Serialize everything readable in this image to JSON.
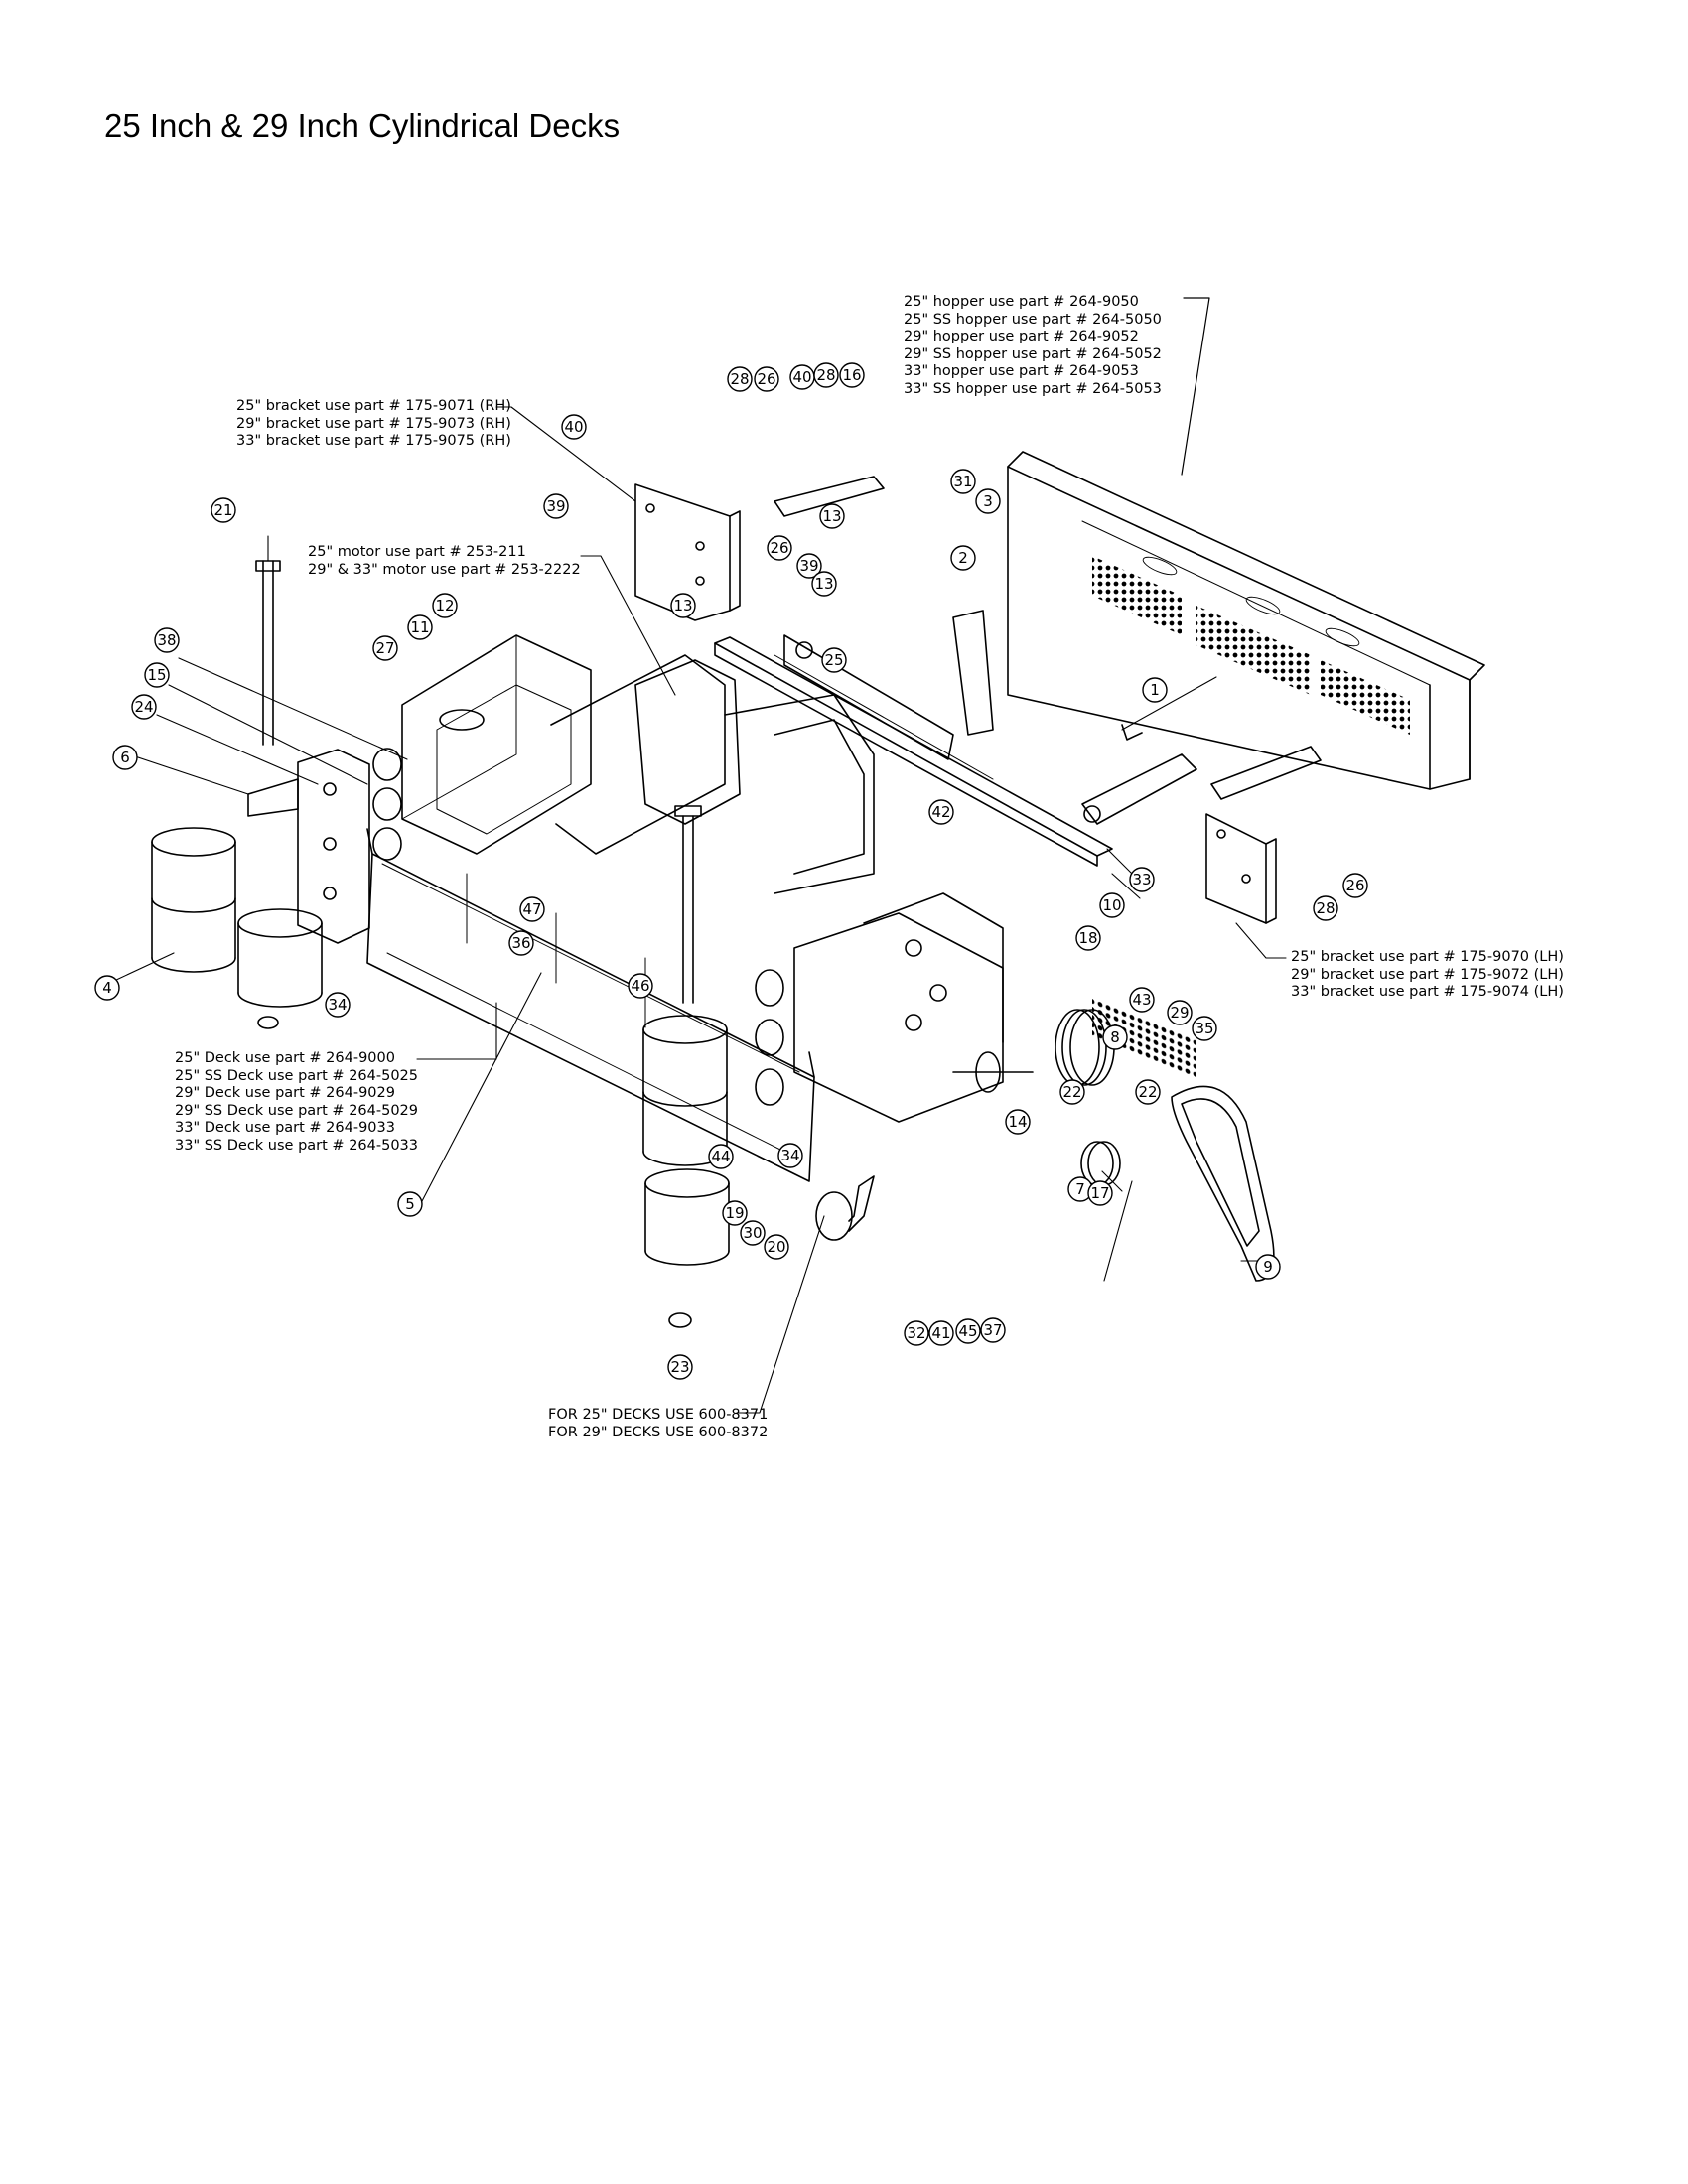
{
  "title": "25 Inch & 29 Inch Cylindrical Decks",
  "notes": {
    "hopper": [
      "25\" hopper use part # 264-9050",
      "25\" SS hopper use part # 264-5050",
      "29\" hopper use part # 264-9052",
      "29\" SS hopper use part # 264-5052",
      "33\" hopper use part # 264-9053",
      "33\" SS hopper use part # 264-5053"
    ],
    "bracket_rh": [
      "25\" bracket use part # 175-9071 (RH)",
      "29\" bracket use part # 175-9073 (RH)",
      "33\" bracket use part # 175-9075 (RH)"
    ],
    "motor": [
      "25\" motor use part # 253-211",
      "29\" & 33\" motor use part # 253-2222"
    ],
    "bracket_lh": [
      "25\" bracket use part # 175-9070 (LH)",
      "29\" bracket use part # 175-9072 (LH)",
      "33\" bracket use part # 175-9074 (LH)"
    ],
    "deck": [
      "25\" Deck use part # 264-9000",
      "25\" SS Deck use part # 264-5025",
      "29\" Deck use part # 264-9029",
      "29\" SS Deck use part # 264-5029",
      "33\" Deck use part # 264-9033",
      "33\" SS Deck use part # 264-5033"
    ],
    "decks_kit": [
      "FOR 25\" DECKS USE 600-8371",
      "FOR 29\" DECKS USE 600-8372"
    ]
  },
  "callouts": [
    "28",
    "26",
    "40",
    "28",
    "16",
    "40",
    "39",
    "13",
    "26",
    "39",
    "13",
    "31",
    "3",
    "2",
    "13",
    "25",
    "21",
    "12",
    "11",
    "27",
    "38",
    "15",
    "24",
    "6",
    "1",
    "42",
    "33",
    "10",
    "26",
    "28",
    "47",
    "36",
    "46",
    "18",
    "4",
    "34",
    "8",
    "43",
    "29",
    "35",
    "22",
    "22",
    "14",
    "44",
    "34",
    "19",
    "30",
    "20",
    "7",
    "17",
    "9",
    "5",
    "32",
    "41",
    "45",
    "37",
    "23"
  ],
  "colors": {
    "line": "#000000",
    "background": "#ffffff"
  }
}
